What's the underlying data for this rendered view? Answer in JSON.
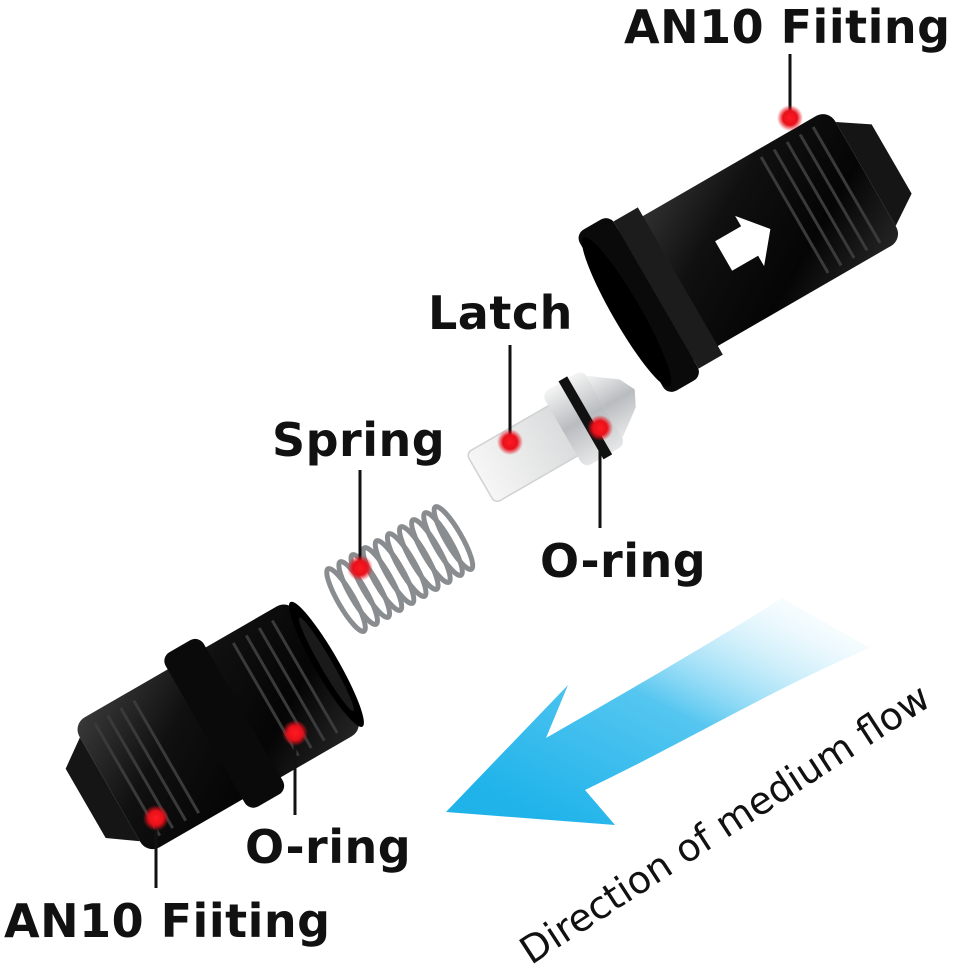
{
  "labels": {
    "an10_top": "AN10 Fiiting",
    "latch": "Latch",
    "spring": "Spring",
    "oring_right": "O-ring",
    "oring_left": "O-ring",
    "an10_bottom": "AN10 Fiiting"
  },
  "flow_caption": "Direction of medium flow",
  "colors": {
    "fitting": "#0c0c0c",
    "marker": "#e8101a",
    "flow_arrow": "#29b6e8",
    "leader": "#111111"
  },
  "icons": {
    "marker": "red-dot-marker",
    "flow": "curved-flow-arrow",
    "direction": "white-direction-arrow"
  }
}
